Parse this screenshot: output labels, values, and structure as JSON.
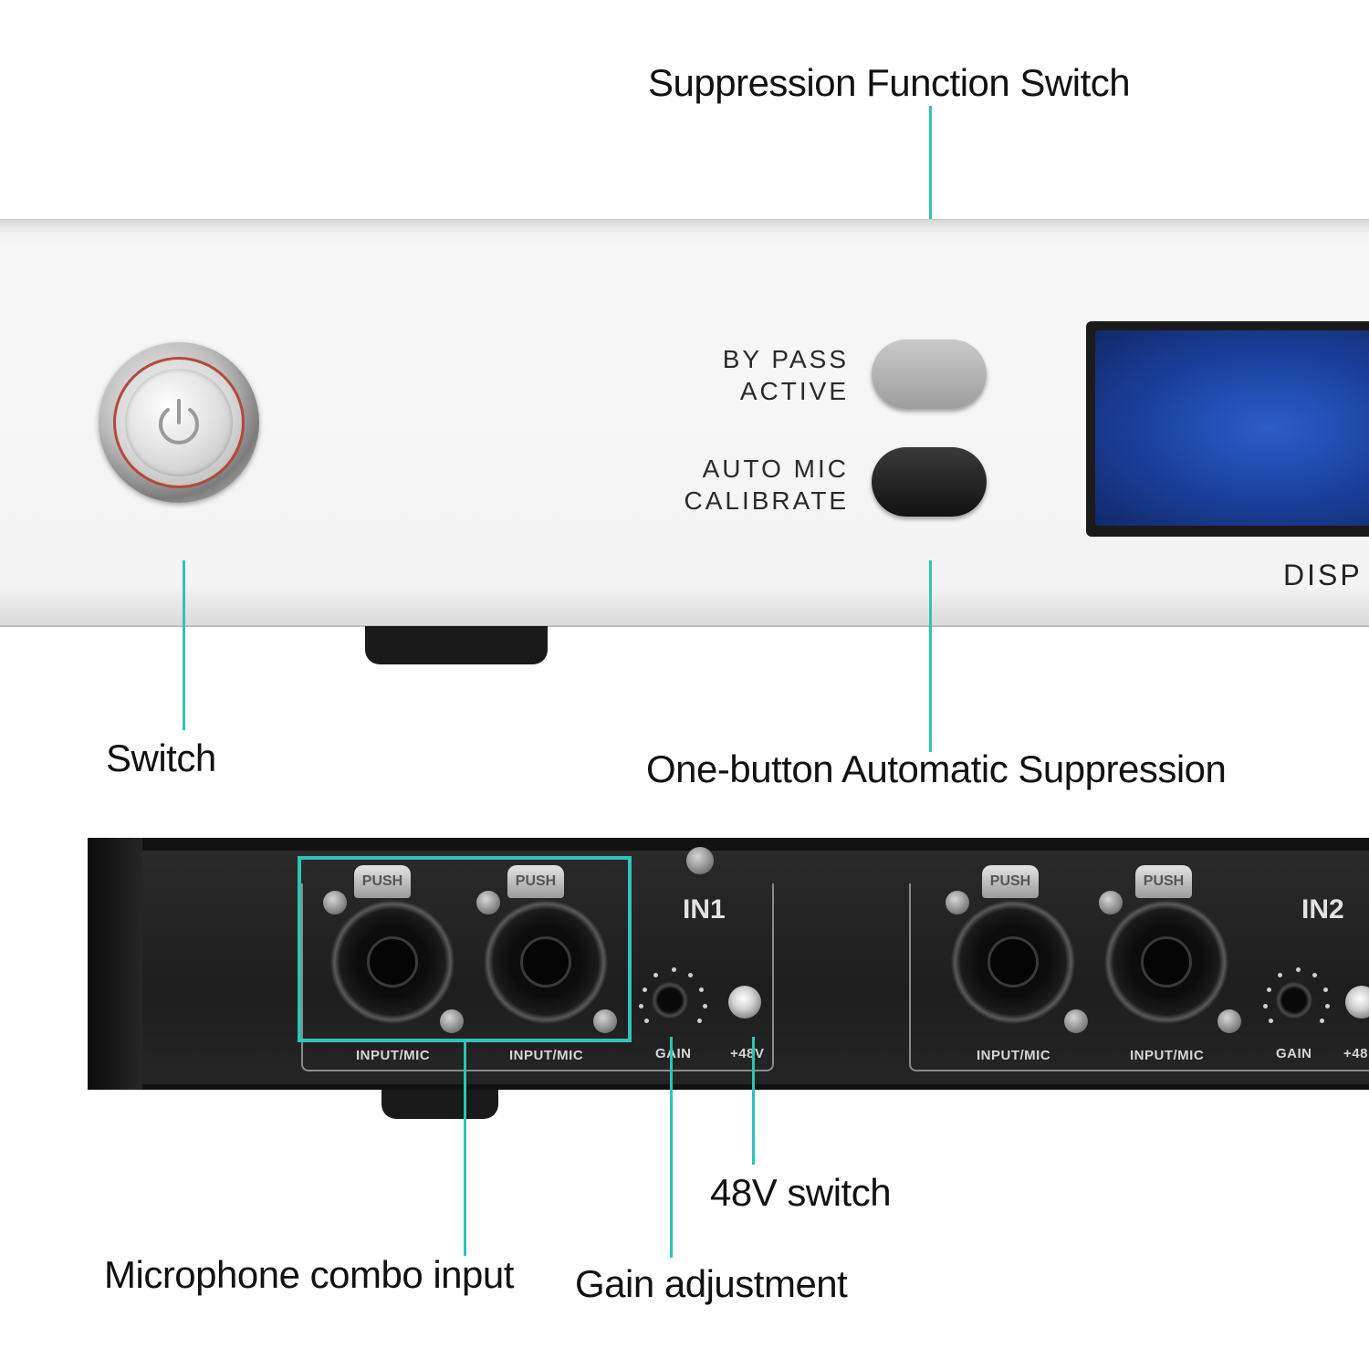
{
  "callouts": {
    "suppression_function_switch": "Suppression Function Switch",
    "switch": "Switch",
    "one_button_automatic_suppression": "One-button Automatic Suppression",
    "forty_eight_v_switch": "48V switch",
    "microphone_combo_input": "Microphone combo input",
    "gain_adjustment": "Gain adjustment"
  },
  "front_panel": {
    "bypass_line1": "BY PASS",
    "bypass_line2": "ACTIVE",
    "automic_line1": "AUTO MIC",
    "automic_line2": "CALIBRATE",
    "display_label": "DISP"
  },
  "rear_panel": {
    "in1": "IN1",
    "in2": "IN2",
    "push": "PUSH",
    "input_mic": "INPUT/MIC",
    "gain": "GAIN",
    "plus48v": "+48V",
    "plus48v_cut": "+48"
  },
  "colors": {
    "leader": "#2ec4b6",
    "lcd": "#1a3f9a"
  },
  "icons": [
    "power-icon"
  ]
}
